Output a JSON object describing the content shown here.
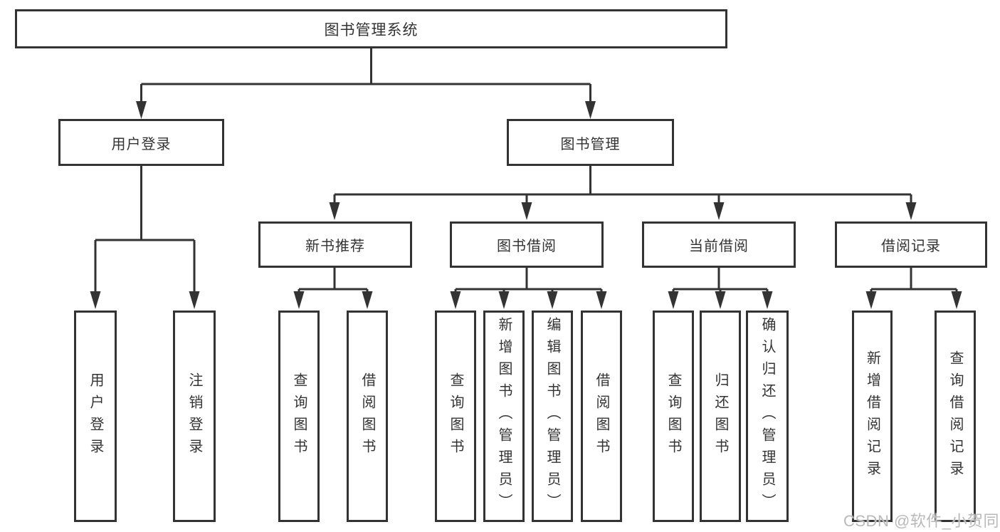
{
  "diagram": {
    "nodes": {
      "root": "图书管理系统",
      "user_login": "用户登录",
      "book_management": "图书管理",
      "new_book_recommend": "新书推荐",
      "book_borrow": "图书借阅",
      "current_borrow": "当前借阅",
      "borrow_records": "借阅记录",
      "leaf_user_login": "用户登录",
      "leaf_logout": "注销登录",
      "leaf_rec_query_book": "查询图书",
      "leaf_rec_borrow_book": "借阅图书",
      "leaf_bor_query_book": "查询图书",
      "leaf_bor_add_book": "新增图书（管理员）",
      "leaf_bor_edit_book": "编辑图书（管理员）",
      "leaf_bor_borrow_book": "借阅图书",
      "leaf_cur_query_book": "查询图书",
      "leaf_cur_return_book": "归还图书",
      "leaf_cur_confirm_return": "确认归还（管理员）",
      "leaf_add_borrow_record": "新增借阅记录",
      "leaf_query_borrow_record": "查询借阅记录"
    },
    "watermark": "CSDN @软件_小贺同学",
    "colors": {
      "line": "#333333",
      "box_border": "#333333",
      "box_fill": "#ffffff",
      "text": "#333333",
      "watermark": "#b9b9b9"
    }
  }
}
